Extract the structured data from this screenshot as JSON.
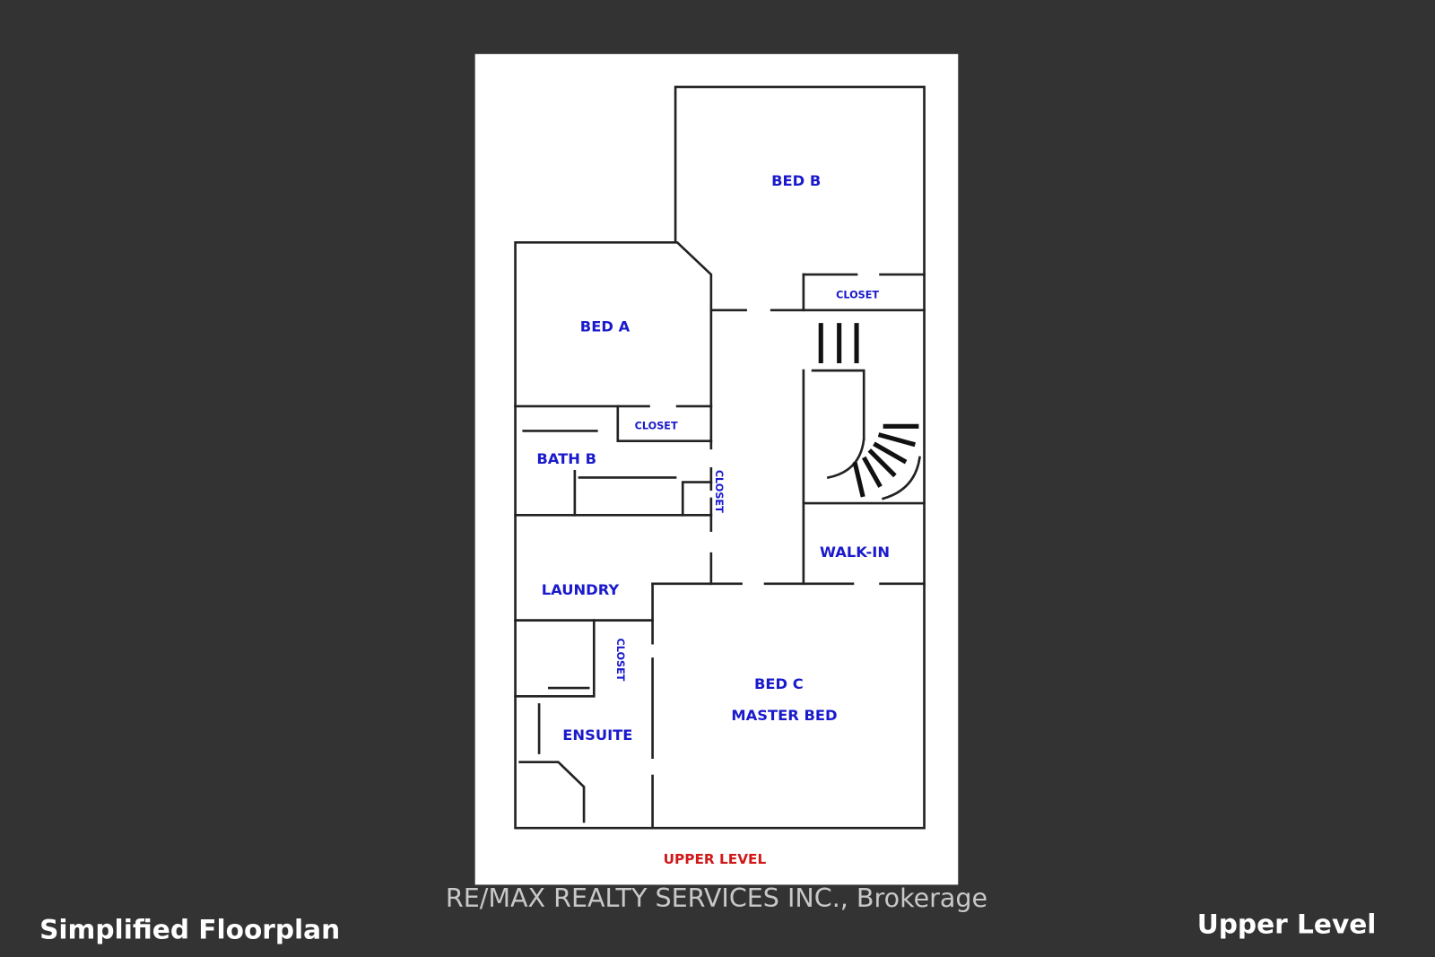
{
  "floorplan": {
    "rooms": {
      "bed_b": "BED B",
      "bed_a": "BED A",
      "closet_top": "CLOSET",
      "closet_bed_a": "CLOSET",
      "bath_b": "BATH B",
      "closet_bath": "CLOSET",
      "walk_in": "WALK-IN",
      "laundry": "LAUNDRY",
      "closet_ensuite": "CLOSET",
      "bed_c": "BED C",
      "master_bed": "MASTER BED",
      "ensuite": "ENSUITE"
    },
    "level_label": "UPPER LEVEL"
  },
  "watermark": "RE/MAX REALTY SERVICES INC., Brokerage",
  "caption_left": "Simplified Floorplan",
  "caption_right": "Upper Level",
  "colors": {
    "background": "#333333",
    "room_label": "#1a1acc",
    "level_label": "#d01818"
  }
}
